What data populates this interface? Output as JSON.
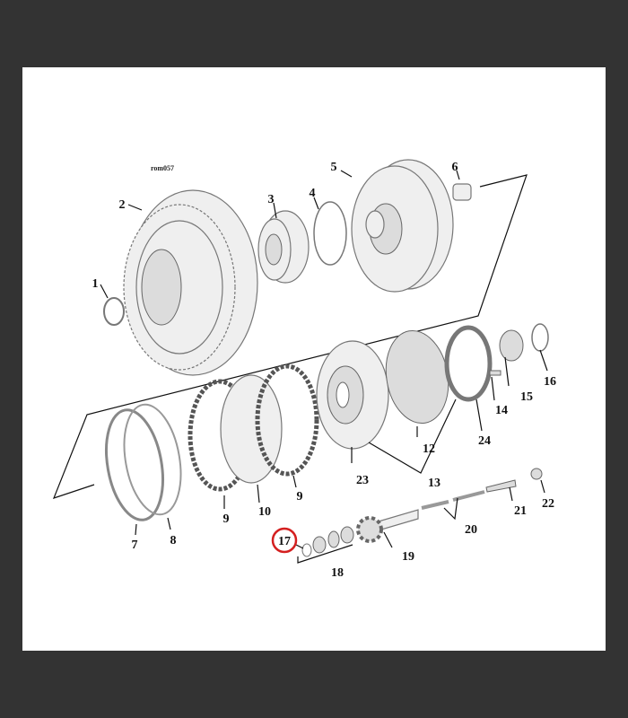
{
  "diagram": {
    "reference_code": "rom057",
    "highlight_color": "#d42020",
    "highlighted_part": "17",
    "callouts": {
      "p1": "1",
      "p2": "2",
      "p3": "3",
      "p4": "4",
      "p5": "5",
      "p6": "6",
      "p7": "7",
      "p8": "8",
      "p9a": "9",
      "p10": "10",
      "p9b": "9",
      "p12": "12",
      "p13": "13",
      "p14": "14",
      "p15": "15",
      "p16": "16",
      "p17": "17",
      "p18": "18",
      "p19": "19",
      "p20": "20",
      "p21": "21",
      "p22": "22",
      "p23": "23",
      "p24": "24"
    }
  }
}
